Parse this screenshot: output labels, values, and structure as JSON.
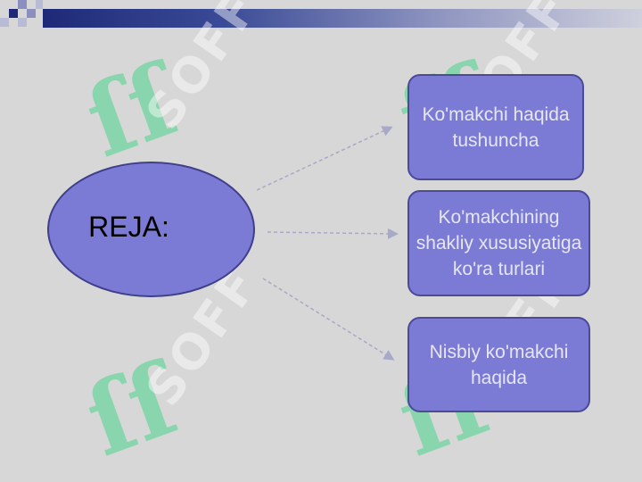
{
  "diagram": {
    "center_label": "REJA:",
    "nodes": [
      {
        "label": "Ko'makchi haqida tushuncha"
      },
      {
        "label": "Ko'makchining shakliy xususiyatiga ko'ra turlari"
      },
      {
        "label": "Nisbiy ko'makchi haqida"
      }
    ]
  },
  "watermark": {
    "text": "SOFF",
    "logo_glyph": "ſſ"
  },
  "colors": {
    "background": "#d7d7d7",
    "shape_fill": "#7b7bd6",
    "shape_border": "#4a4a99",
    "node_text": "#e6e6f2",
    "arrow": "#a8a8c8",
    "top_bar_dark": "#1e2a78",
    "watermark_logo": "#4ad48c"
  }
}
